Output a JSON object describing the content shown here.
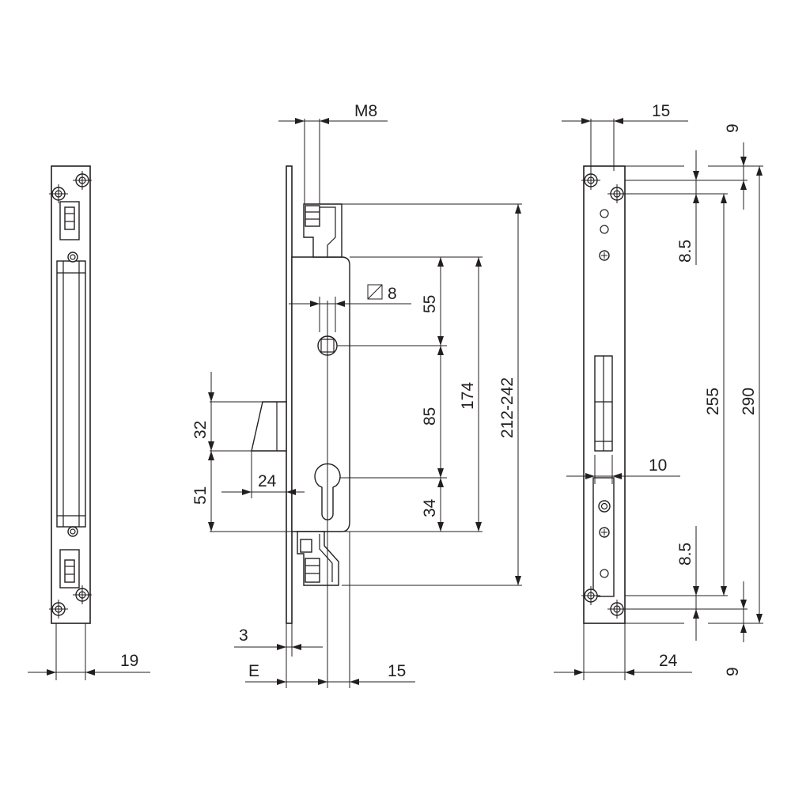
{
  "labels": {
    "m8": "M8",
    "top_15": "15",
    "nine_top": "9",
    "eight_five_top": "8.5",
    "square_8": "8",
    "d55": "55",
    "d85": "85",
    "d34": "34",
    "d174": "174",
    "d212_242": "212-242",
    "d32": "32",
    "d51": "51",
    "d24_latch": "24",
    "d3": "3",
    "e": "E",
    "bottom_15": "15",
    "d19": "19",
    "d255": "255",
    "d290": "290",
    "d10": "10",
    "eight_five_bottom": "8.5",
    "d24_plate": "24",
    "nine_bottom": "9"
  }
}
